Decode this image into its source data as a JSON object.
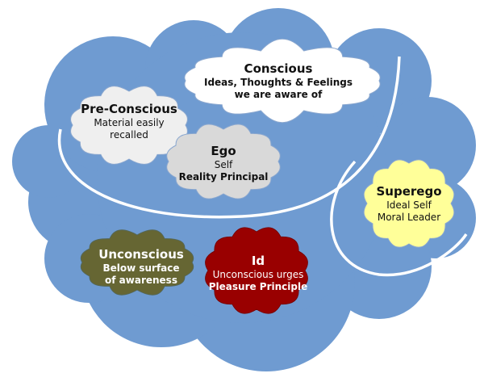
{
  "colors": {
    "outer_cloud": "#6f9bd1",
    "outer_stroke": "#4f78aa",
    "conscious": "#ffffff",
    "preconscious": "#efefef",
    "ego": "#d9d9d9",
    "superego": "#ffff99",
    "unconscious": "#666633",
    "id": "#990000",
    "arc": "#ffffff"
  },
  "nodes": {
    "conscious": {
      "title": "Conscious",
      "line1": "Ideas, Thoughts & Feelings",
      "line2": "we are aware of"
    },
    "preconscious": {
      "title": "Pre-Conscious",
      "line1": "Material easily",
      "line2": "recalled"
    },
    "ego": {
      "title": "Ego",
      "line1": "Self",
      "line2": "Reality Principal"
    },
    "superego": {
      "title": "Superego",
      "line1": "Ideal Self",
      "line2": "Moral Leader"
    },
    "unconscious": {
      "title": "Unconscious",
      "line1": "Below surface",
      "line2": "of awareness"
    },
    "id": {
      "title": "Id",
      "line1": "Unconscious urges",
      "line2": "Pleasure Principle"
    }
  }
}
